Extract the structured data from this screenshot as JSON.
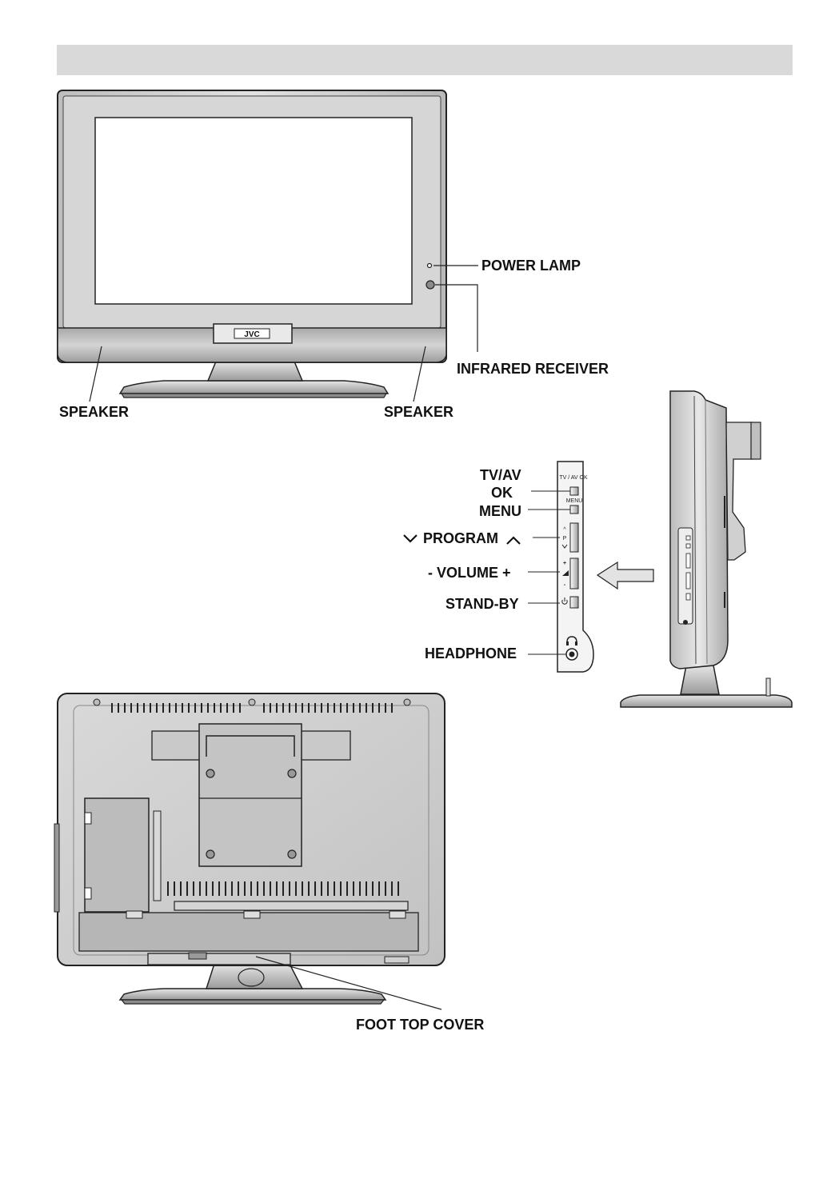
{
  "brand_logo": "JVC",
  "front_view": {
    "labels": {
      "power_lamp": "POWER LAMP",
      "infrared_receiver": "INFRARED RECEIVER",
      "speaker_left": "SPEAKER",
      "speaker_right": "SPEAKER"
    }
  },
  "side_panel": {
    "labels": {
      "tv_av": "TV/AV",
      "ok": "OK",
      "menu": "MENU",
      "program": "PROGRAM",
      "volume": "- VOLUME +",
      "standby": "STAND-BY",
      "headphone": "HEADPHONE"
    },
    "button_marks": {
      "tv_av_ok": "TV / AV OK",
      "menu": "MENU",
      "p": "P",
      "plus": "+",
      "minus": "-"
    }
  },
  "rear_view": {
    "labels": {
      "foot_top_cover": "FOOT TOP COVER"
    }
  },
  "colors": {
    "header_bar": "#d9d9d9",
    "panel_gray": "#cfcfcf",
    "line": "#222222"
  },
  "icons": [
    "power-lamp-icon",
    "infrared-receiver-icon",
    "standby-icon",
    "headphone-icon",
    "arrow-left-icon",
    "chevron-up-icon",
    "chevron-down-icon"
  ]
}
